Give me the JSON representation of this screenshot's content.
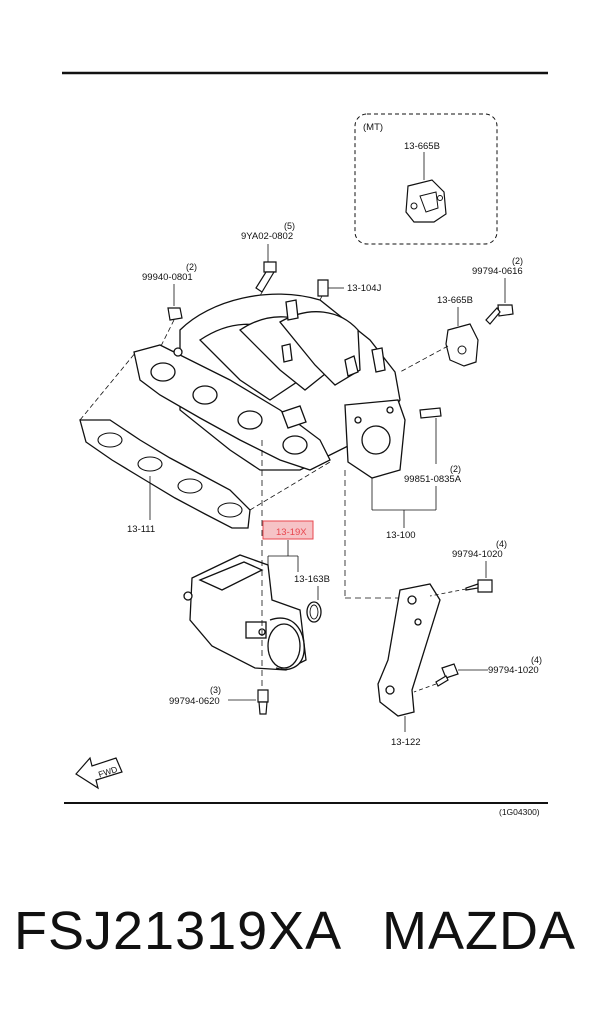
{
  "diagram": {
    "mt_label": "(MT)",
    "ref_code": "(1G04300)",
    "fwd_label": "FWD",
    "callouts": {
      "p_13_665b_mt": "13-665B",
      "p_9ya02": "9YA02-0802",
      "q_9ya02": "(5)",
      "p_99940": "99940-0801",
      "q_99940": "(2)",
      "p_13_104j": "13-104J",
      "p_99794_0616": "99794-0616",
      "q_99794_0616": "(2)",
      "p_13_665b": "13-665B",
      "p_99851": "99851-0835A",
      "q_99851": "(2)",
      "p_13_111": "13-111",
      "p_13_19x": "13-19X",
      "p_13_163b": "13-163B",
      "p_13_100": "13-100",
      "p_99794_1020_a": "99794-1020",
      "q_99794_1020_a": "(4)",
      "p_99794_1020_b": "99794-1020",
      "q_99794_1020_b": "(4)",
      "p_99794_0620": "99794-0620",
      "q_99794_0620": "(3)",
      "p_13_122": "13-122"
    },
    "highlight_color": "#e8474f",
    "highlight_fill": "#f6c3c6"
  },
  "caption": {
    "part_number": "FSJ21319XA",
    "brand": "MAZDA"
  }
}
